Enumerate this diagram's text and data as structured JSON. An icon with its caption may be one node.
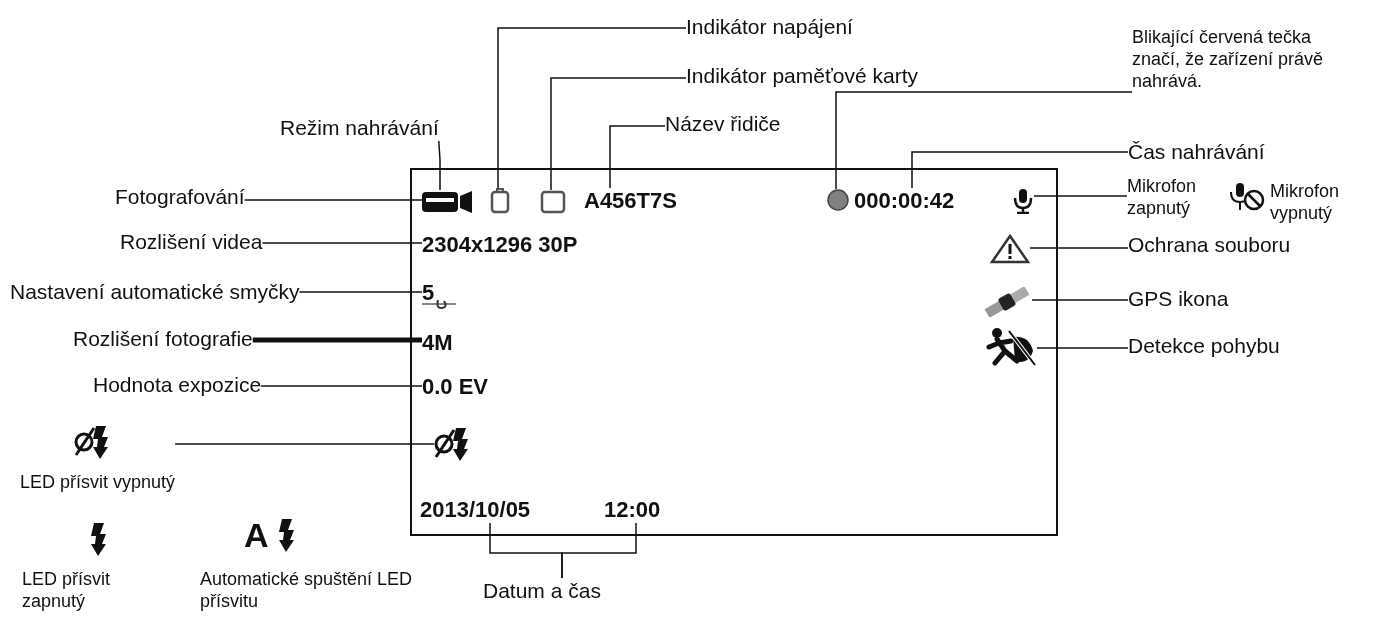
{
  "diagram": {
    "nodes": [
      {
        "text": [],
        "shape": "box"
      },
      {
        "text": [],
        "shape": "camera",
        "in": 0
      },
      {
        "text": [],
        "shape": "battery",
        "in": 0
      },
      {
        "text": [],
        "shape": "box",
        "in": 0
      },
      {
        "text": [
          "A456T7S"
        ],
        "in": 0
      },
      {
        "text": [],
        "shape": "circle",
        "in": 0
      },
      {
        "text": [
          "000:00:42"
        ],
        "in": 0
      },
      {
        "text": [],
        "shape": "microphone",
        "in": 0
      },
      {
        "text": [
          "2304x1296 30P"
        ],
        "in": 0
      },
      {
        "text": [],
        "shape": "triangle",
        "in": 0
      },
      {
        "text": [
          "5"
        ],
        "in": 0
      },
      {
        "text": [],
        "shape": "satellite",
        "in": 0
      },
      {
        "text": [
          "4M"
        ],
        "in": 0
      },
      {
        "text": [],
        "shape": "person",
        "in": 0
      },
      {
        "text": [
          "0.0 EV"
        ],
        "in": 0
      },
      {
        "text": [],
        "shape": "lightning",
        "in": 0
      },
      {
        "text": [
          "2013/10/05"
        ],
        "in": 0
      },
      {
        "text": [
          "12:00"
        ],
        "in": 0
      },
      {
        "text": [
          "Indikátor napájení"
        ]
      },
      {
        "text": [
          "Indikátor paměťové karty"
        ]
      },
      {
        "text": [
          "Režim nahrávání"
        ]
      },
      {
        "text": [
          "Název řidiče"
        ]
      },
      {
        "text": [
          "Blikající červená tečka značí, že zařízení právě nahrává."
        ]
      },
      {
        "text": [
          "Čas nahrávání"
        ]
      },
      {
        "text": [
          "Fotografování"
        ]
      },
      {
        "text": [
          "Mikrofon zapnutý"
        ]
      },
      {
        "text": [
          "Rozlišení videa"
        ]
      },
      {
        "text": [
          "Ochrana souboru"
        ]
      },
      {
        "text": [
          "Nastavení automatické smyčky"
        ]
      },
      {
        "text": [
          "GPS ikona"
        ]
      },
      {
        "text": [
          "Rozlišení fotografie"
        ]
      },
      {
        "text": [
          "Detekce pohybu"
        ]
      },
      {
        "text": [
          "Hodnota expozice"
        ]
      },
      {
        "text": [
          "LED přísvit vypnutý"
        ]
      },
      {
        "text": [
          "Datum a čas"
        ]
      }
    ],
    "edges": [
      {
        "from": 18,
        "to": 2,
        "arrow": "none"
      },
      {
        "from": 19,
        "to": 3,
        "arrow": "none"
      },
      {
        "from": 20,
        "to": 1,
        "arrow": "none"
      },
      {
        "from": 21,
        "to": 4,
        "arrow": "none"
      },
      {
        "from": 22,
        "to": 5,
        "arrow": "none"
      },
      {
        "from": 23,
        "to": 6,
        "arrow": "none"
      },
      {
        "from": 24,
        "to": 1,
        "arrow": "none"
      },
      {
        "from": 25,
        "to": 7,
        "arrow": "none"
      },
      {
        "from": 26,
        "to": 8,
        "arrow": "none"
      },
      {
        "from": 27,
        "to": 9,
        "arrow": "none"
      },
      {
        "from": 28,
        "to": 10,
        "arrow": "none"
      },
      {
        "from": 29,
        "to": 11,
        "arrow": "none"
      },
      {
        "from": 30,
        "to": 12,
        "arrow": "none",
        "style": "thick"
      },
      {
        "from": 31,
        "to": 13,
        "arrow": "none"
      },
      {
        "from": 32,
        "to": 14,
        "arrow": "none"
      },
      {
        "from": 33,
        "to": 15,
        "arrow": "none"
      },
      {
        "from": 34,
        "to": 16,
        "arrow": "none"
      },
      {
        "from": 34,
        "to": 17,
        "arrow": "none"
      }
    ],
    "labels": [
      "Mikrofon vypnutý",
      "A",
      "LED přísvit zapnutý",
      "Automatické spuštění LED přísvitu"
    ]
  }
}
